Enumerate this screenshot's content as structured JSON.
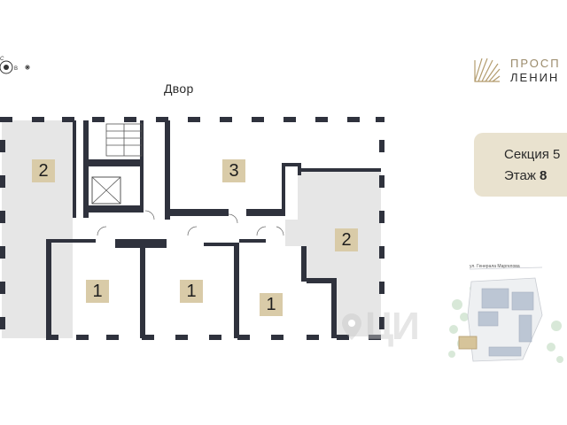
{
  "compass": {
    "icon": "compass-rose-icon",
    "north_letter": "С",
    "east_letter": "В"
  },
  "plan": {
    "yard_label": "Двор",
    "rooms": [
      {
        "id": "r1",
        "rooms_count": "2"
      },
      {
        "id": "r2",
        "rooms_count": "3"
      },
      {
        "id": "r3",
        "rooms_count": "2"
      },
      {
        "id": "r4",
        "rooms_count": "1"
      },
      {
        "id": "r5",
        "rooms_count": "1"
      },
      {
        "id": "r6",
        "rooms_count": "1"
      }
    ]
  },
  "brand": {
    "logo_icon": "palm-leaf-logo-icon",
    "line1": "ПРОСП",
    "line2": "ЛЕНИН"
  },
  "info": {
    "section_text": "Секция 5",
    "floor_prefix": "Этаж",
    "floor_value": "8"
  },
  "mini_map": {
    "street": "ул. Генерала Маргелова",
    "highlight_color": "#d6c49a"
  },
  "watermark": {
    "text": "ЦИ"
  },
  "colors": {
    "accent": "#d9cba8",
    "card": "#e9e2cf",
    "wall": "#2f323d",
    "shade": "#e6e6e6"
  }
}
